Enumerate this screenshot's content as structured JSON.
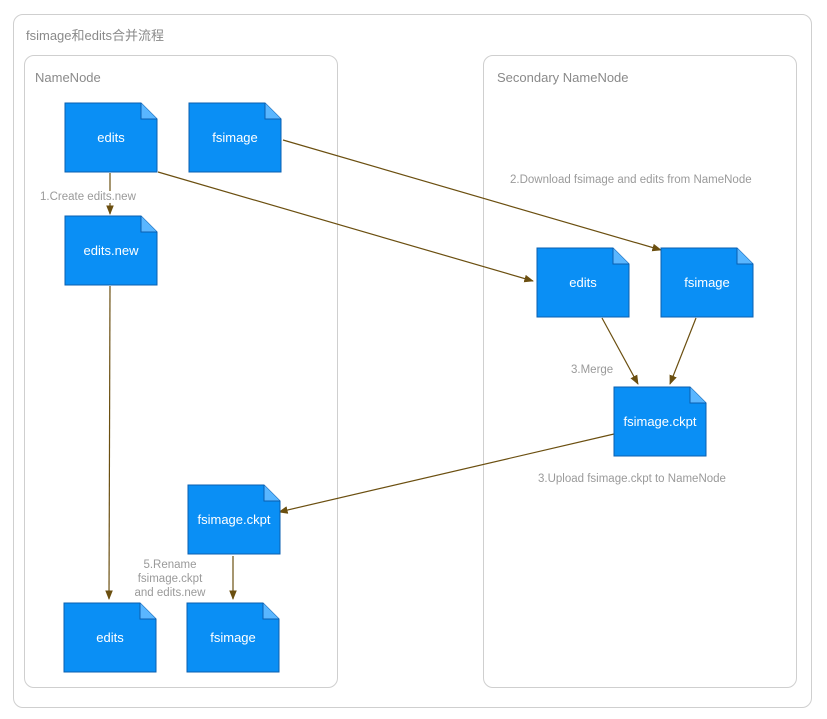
{
  "diagram": {
    "title": "fsimage和edits合并流程",
    "panels": {
      "namenode": "NameNode",
      "secondary": "Secondary NameNode"
    },
    "documents": {
      "nn_edits": "edits",
      "nn_fsimage": "fsimage",
      "nn_edits_new": "edits.new",
      "nn_fsimage_ckpt": "fsimage.ckpt",
      "nn_final_edits": "edits",
      "nn_final_fsimage": "fsimage",
      "snn_edits": "edits",
      "snn_fsimage": "fsimage",
      "snn_fsimage_ckpt": "fsimage.ckpt"
    },
    "steps": {
      "create": "1.Create edits.new",
      "download": "2.Download fsimage and edits from NameNode",
      "merge": "3.Merge",
      "upload": "3.Upload fsimage.ckpt to NameNode",
      "rename_line1": "5.Rename",
      "rename_line2": "fsimage.ckpt",
      "rename_line3": "and edits.new"
    },
    "colors": {
      "document_fill": "#0a8ff5",
      "document_stroke": "#0a5fb0",
      "arrow": "#6b4f10",
      "panel_border": "#cfcfcf",
      "label_text": "#9a9a9a"
    }
  }
}
